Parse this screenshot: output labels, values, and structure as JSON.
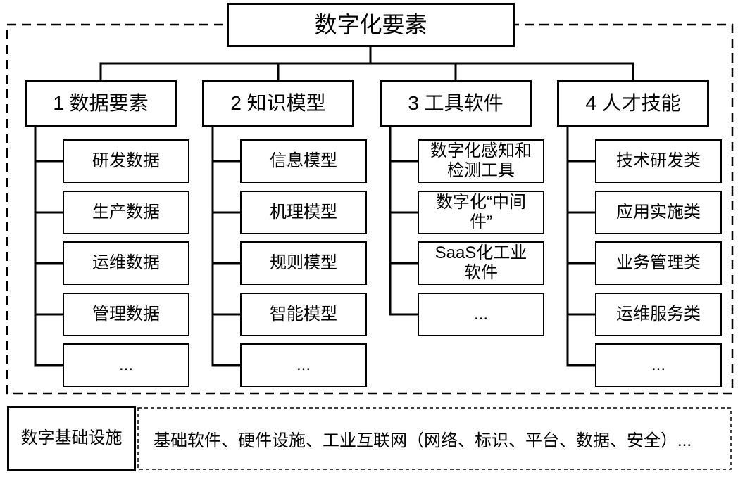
{
  "diagram": {
    "root_label": "数字化要素",
    "branches": [
      {
        "label": "1 数据要素",
        "children": [
          "研发数据",
          "生产数据",
          "运维数据",
          "管理数据",
          "..."
        ]
      },
      {
        "label": "2 知识模型",
        "children": [
          "信息模型",
          "机理模型",
          "规则模型",
          "智能模型",
          "..."
        ]
      },
      {
        "label": "3 工具软件",
        "children": [
          "数字化感知和检测工具",
          "数字化“中间件”",
          "SaaS化工业软件",
          "..."
        ]
      },
      {
        "label": "4 人才技能",
        "children": [
          "技术研发类",
          "应用实施类",
          "业务管理类",
          "运维服务类",
          "..."
        ]
      }
    ],
    "infrastructure": {
      "title": "数字基础设施",
      "description": "基础软件、硬件设施、工业互联网（网络、标识、平台、数据、安全）..."
    },
    "colors": {
      "line": "#000000",
      "background": "#ffffff",
      "text": "#000000"
    }
  }
}
